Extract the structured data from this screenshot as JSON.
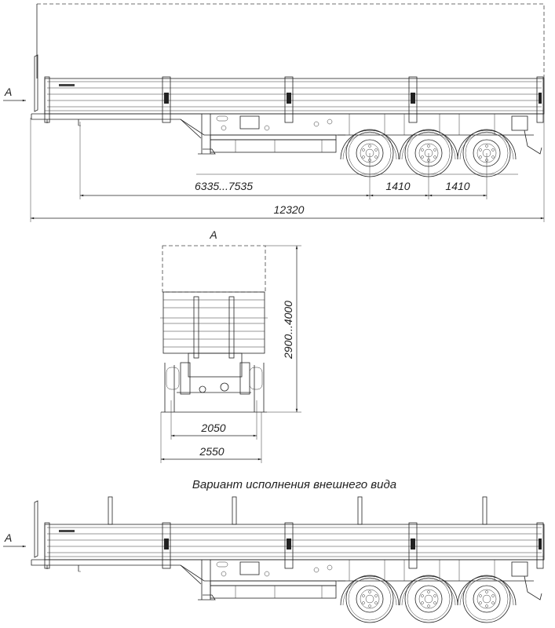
{
  "side_view": {
    "view_marker": "A",
    "dimensions": {
      "kingpin_to_axle": "6335...7535",
      "axle_spacing_1": "1410",
      "axle_spacing_2": "1410",
      "overall_length": "12320"
    }
  },
  "front_view": {
    "title": "A",
    "dimensions": {
      "height": "2900...4000",
      "track_width": "2050",
      "overall_width": "2550"
    }
  },
  "variant": {
    "caption": "Вариант исполнения внешнего вида",
    "view_marker": "A"
  }
}
